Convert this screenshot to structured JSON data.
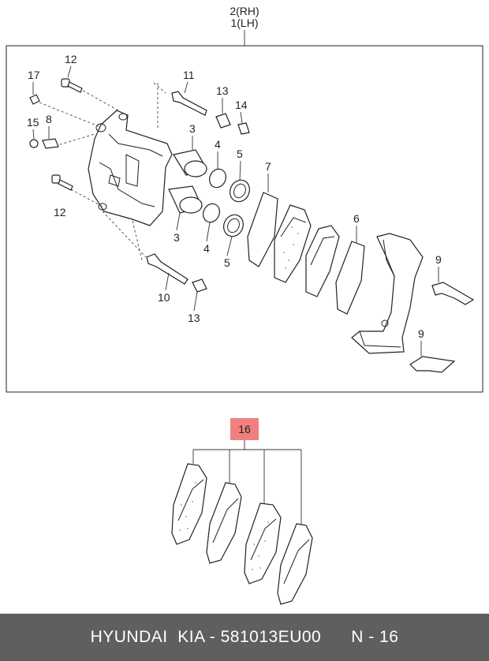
{
  "header": {
    "callout_line1": "2(RH)",
    "callout_line2": "1(LH)"
  },
  "callouts": [
    {
      "id": "c17",
      "label": "17"
    },
    {
      "id": "c12a",
      "label": "12"
    },
    {
      "id": "c11",
      "label": "11"
    },
    {
      "id": "c13a",
      "label": "13"
    },
    {
      "id": "c14",
      "label": "14"
    },
    {
      "id": "c15",
      "label": "15"
    },
    {
      "id": "c8",
      "label": "8"
    },
    {
      "id": "c3a",
      "label": "3"
    },
    {
      "id": "c4a",
      "label": "4"
    },
    {
      "id": "c5a",
      "label": "5"
    },
    {
      "id": "c7",
      "label": "7"
    },
    {
      "id": "c12b",
      "label": "12"
    },
    {
      "id": "c6",
      "label": "6"
    },
    {
      "id": "c3b",
      "label": "3"
    },
    {
      "id": "c4b",
      "label": "4"
    },
    {
      "id": "c5b",
      "label": "5"
    },
    {
      "id": "c9a",
      "label": "9"
    },
    {
      "id": "c10",
      "label": "10"
    },
    {
      "id": "c13b",
      "label": "13"
    },
    {
      "id": "c9b",
      "label": "9"
    }
  ],
  "kit": {
    "label": "16",
    "highlight_color": "#f08080"
  },
  "footer": {
    "brand": "HYUNDAI  KIA - 581013EU00",
    "page": "N - 16"
  }
}
